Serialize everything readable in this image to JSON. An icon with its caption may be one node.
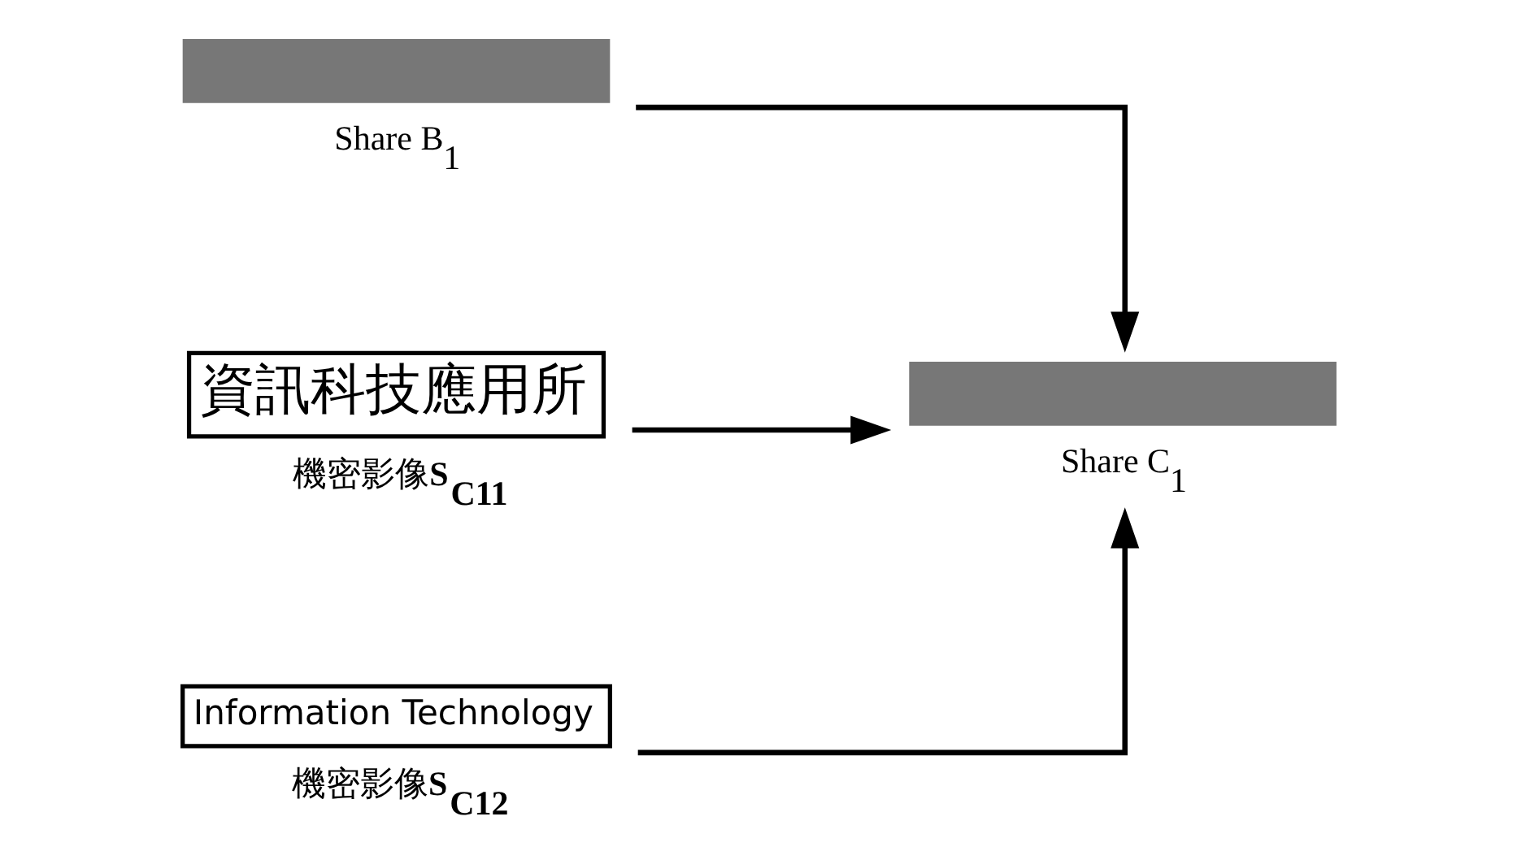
{
  "diagram": {
    "nodes": [
      {
        "text": [],
        "shape": "bar",
        "beside": [
          "Share B$_{1}$"
        ]
      },
      {
        "text": [
          "資訊科技應用所"
        ],
        "beside": [
          "機密影像**S$_{C11}$**"
        ]
      },
      {
        "text": [
          "Information Technology"
        ],
        "beside": [
          "機密影像**S$_{C12}$**"
        ]
      },
      {
        "text": [],
        "shape": "bar",
        "beside": [
          "Share C$_{1}$"
        ]
      }
    ],
    "edges": [
      {
        "from": 0,
        "to": 3,
        "arrow": "to"
      },
      {
        "from": 1,
        "to": 3,
        "arrow": "to"
      },
      {
        "from": 2,
        "to": 3,
        "arrow": "to"
      }
    ]
  }
}
